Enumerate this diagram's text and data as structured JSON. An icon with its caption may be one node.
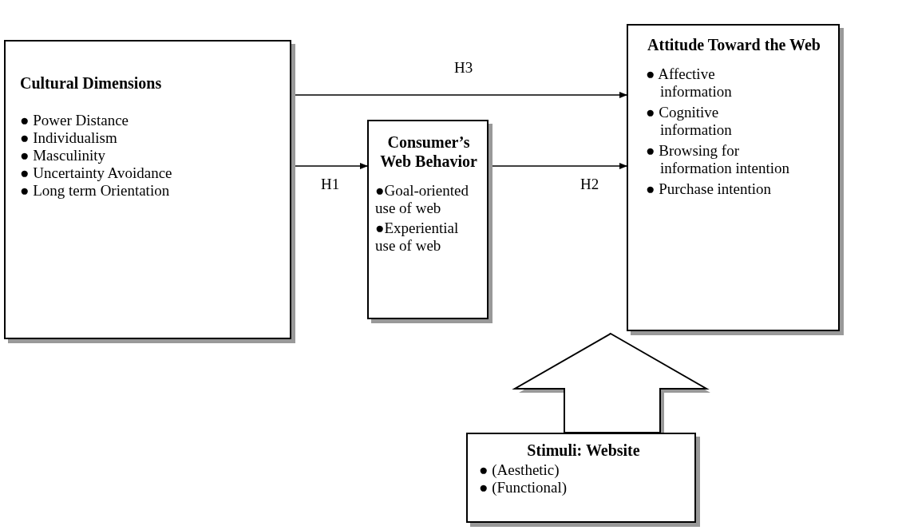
{
  "diagram": {
    "nodes": [
      {
        "text": [
          "Cultural Dimensions",
          "● Power Distance",
          "● Individualism",
          "● Masculinity",
          "● Uncertainty Avoidance",
          "● Long term Orientation"
        ]
      },
      {
        "text": [
          "Consumer’s Web Behavior",
          "●Goal-oriented use of web",
          "●Experiential use of web"
        ]
      },
      {
        "text": [
          "Attitude Toward the Web",
          "● Affective information",
          "● Cognitive information",
          "● Browsing for information intention",
          "● Purchase intention"
        ]
      },
      {
        "text": [
          "Stimuli: Website",
          "● (Aesthetic)",
          "● (Functional)"
        ]
      }
    ],
    "edges": [
      {
        "from": 0,
        "to": 2,
        "arrow": "to",
        "label": "H3"
      },
      {
        "from": 0,
        "to": 1,
        "arrow": "to",
        "label": "H1"
      },
      {
        "from": 1,
        "to": 2,
        "arrow": "to",
        "label": "H2"
      },
      {
        "from": 3,
        "to": 2,
        "arrow": "to",
        "style": "thick"
      }
    ]
  }
}
